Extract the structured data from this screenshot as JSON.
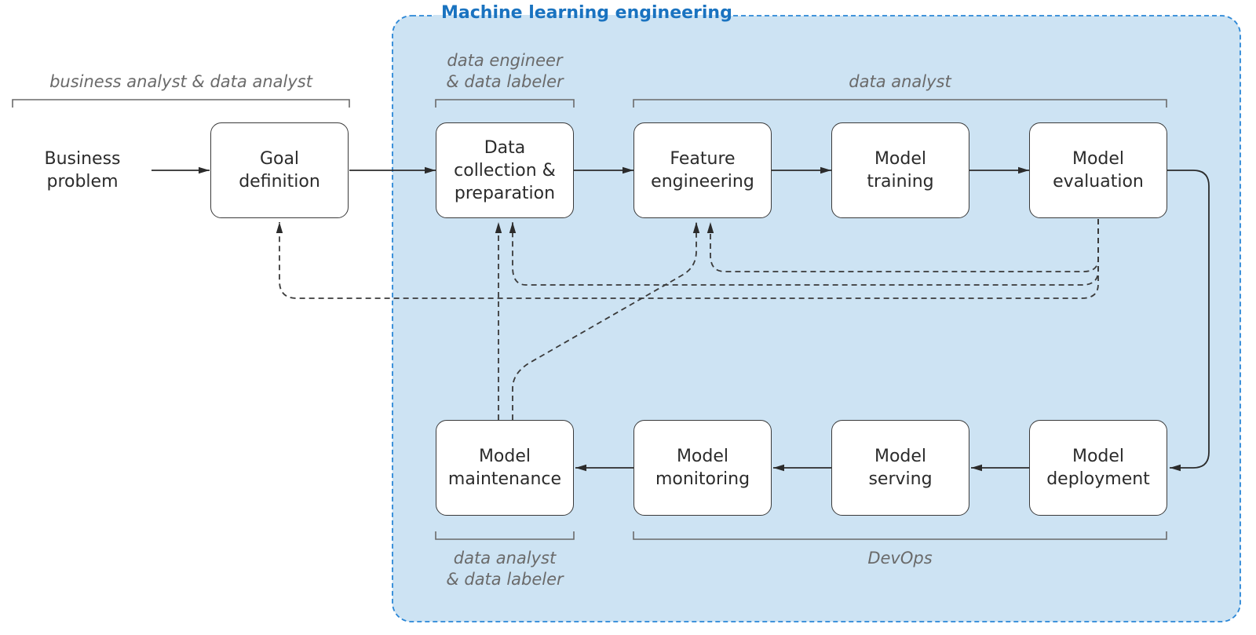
{
  "group": {
    "title": "Machine learning engineering",
    "fill_color": "#cde3f3",
    "border_color": "#2a86d6",
    "title_color": "#1a73c0"
  },
  "start": {
    "label": "Business\nproblem"
  },
  "steps": {
    "goal": "Goal\ndefinition",
    "data": "Data\ncollection &\npreparation",
    "feature": "Feature\nengineering",
    "training": "Model\ntraining",
    "evaluation": "Model\nevaluation",
    "deployment": "Model\ndeployment",
    "serving": "Model\nserving",
    "monitoring": "Model\nmonitoring",
    "maintenance": "Model\nmaintenance"
  },
  "roles": {
    "business": "business analyst & data analyst",
    "data_engineer": "data engineer\n& data labeler",
    "data_analyst_top": "data analyst",
    "data_analyst_bottom": "data analyst\n& data labeler",
    "devops": "DevOps"
  }
}
